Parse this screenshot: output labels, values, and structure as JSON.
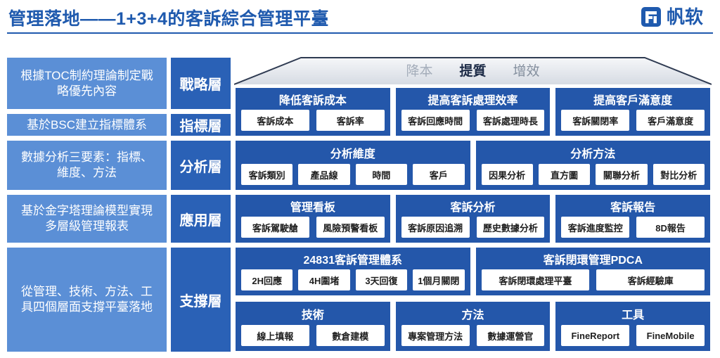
{
  "header": {
    "title": "管理落地——1+3+4的客訴綜合管理平臺",
    "brand": "帆软"
  },
  "icons": {
    "brand": "fanruan-logo-icon"
  },
  "colors": {
    "title_blue": "#1F5AAE",
    "description_blue": "#5B8FD6",
    "layer_blue": "#2A61B6",
    "group_blue": "#2457AA"
  },
  "descriptions": [
    "根據TOC制約理論制定戰略優先內容",
    "基於BSC建立指標體系",
    "數據分析三要素：指標、維度、方法",
    "基於金字塔理論模型實現多層級管理報表",
    "從管理、技術、方法、工具四個層面支撐平臺落地"
  ],
  "layers": [
    "戰略層",
    "指標層",
    "分析層",
    "應用層",
    "支撐層"
  ],
  "roof": {
    "words": [
      "降本",
      "提質",
      "增效"
    ]
  },
  "strategy_row": [
    {
      "title": "降低客訴成本",
      "items": [
        "客訴成本",
        "客訴率"
      ]
    },
    {
      "title": "提高客訴處理效率",
      "items": [
        "客訴回應時間",
        "客訴處理時長"
      ]
    },
    {
      "title": "提高客戶滿意度",
      "items": [
        "客訴關閉率",
        "客戶滿意度"
      ]
    }
  ],
  "analysis_row": [
    {
      "title": "分析維度",
      "items": [
        "客訴類別",
        "產品線",
        "時間",
        "客戶"
      ]
    },
    {
      "title": "分析方法",
      "items": [
        "因果分析",
        "直方圖",
        "關聯分析",
        "對比分析"
      ]
    }
  ],
  "application_row": [
    {
      "title": "管理看板",
      "items": [
        "客訴駕駛艙",
        "風險預警看板"
      ]
    },
    {
      "title": "客訴分析",
      "items": [
        "客訴原因追溯",
        "歷史數據分析"
      ]
    },
    {
      "title": "客訴報告",
      "items": [
        "客訴進度監控",
        "8D報告"
      ]
    }
  ],
  "support_system_row": [
    {
      "title": "24831客訴管理體系",
      "items": [
        "2H回應",
        "4H圍堵",
        "3天回復",
        "1個月關閉"
      ]
    },
    {
      "title": "客訴閉環管理PDCA",
      "items": [
        "客訴閉環處理平臺",
        "客訴經驗庫"
      ]
    }
  ],
  "support_resource_row": [
    {
      "title": "技術",
      "items": [
        "線上填報",
        "數倉建模"
      ]
    },
    {
      "title": "方法",
      "items": [
        "專案管理方法",
        "數據運營官"
      ]
    },
    {
      "title": "工具",
      "items": [
        "FineReport",
        "FineMobile"
      ]
    }
  ]
}
